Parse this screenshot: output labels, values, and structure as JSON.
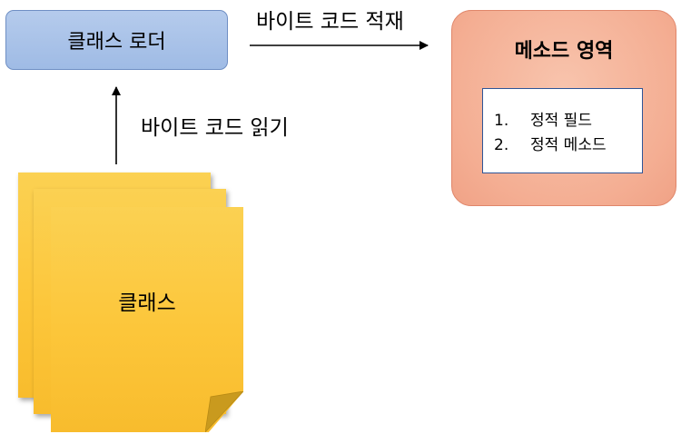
{
  "nodes": {
    "class_loader": "클래스 로더",
    "method_area": "메소드 영역",
    "class_files": "클래스"
  },
  "method_area_items": [
    {
      "num": "1.",
      "text": "정적 필드"
    },
    {
      "num": "2.",
      "text": "정적 메소드"
    }
  ],
  "edges": {
    "load_label": "바이트 코드 적재",
    "read_label": "바이트 코드 읽기"
  },
  "colors": {
    "loader_fill": "#a8c2e8",
    "method_fill": "#f5b196",
    "page_fill": "#fcc63a"
  }
}
